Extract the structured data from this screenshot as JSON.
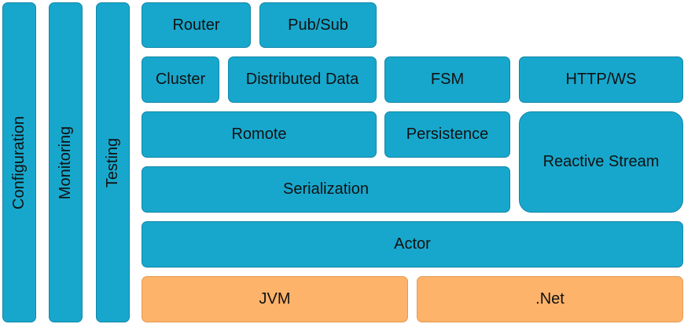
{
  "side_labels": {
    "configuration": "Configuration",
    "monitoring": "Monitoring",
    "testing": "Testing"
  },
  "blocks": {
    "router": "Router",
    "pubsub": "Pub/Sub",
    "cluster": "Cluster",
    "distributed_data": "Distributed Data",
    "fsm": "FSM",
    "http_ws": "HTTP/WS",
    "remote": "Romote",
    "persistence": "Persistence",
    "reactive_stream": "Reactive Stream",
    "serialization": "Serialization",
    "actor": "Actor",
    "jvm": "JVM",
    "dotnet": ".Net"
  },
  "colors": {
    "blue_block": "#18a7cc",
    "orange_block": "#fdb36a"
  }
}
